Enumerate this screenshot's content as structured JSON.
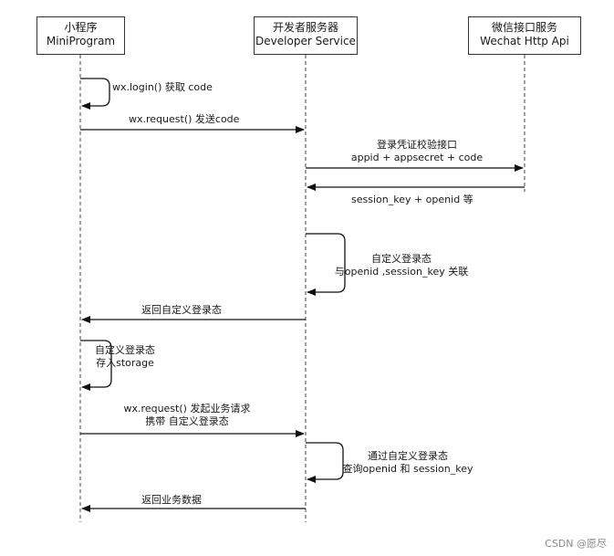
{
  "participants": [
    {
      "line1": "小程序",
      "line2": "MiniProgram"
    },
    {
      "line1": "开发者服务器",
      "line2": "Developer Service"
    },
    {
      "line1": "微信接口服务",
      "line2": "Wechat Http Api"
    }
  ],
  "messages": {
    "m1": "wx.login() 获取 code",
    "m2": "wx.request() 发送code",
    "m3a": "登录凭证校验接口",
    "m3b": "appid + appsecret + code",
    "m4": "session_key + openid 等",
    "m5a": "自定义登录态",
    "m5b": "与openid ,session_key 关联",
    "m6": "返回自定义登录态",
    "m7a": "自定义登录态",
    "m7b": "存入storage",
    "m8a": "wx.request() 发起业务请求",
    "m8b": "携带 自定义登录态",
    "m9a": "通过自定义登录态",
    "m9b": "查询openid 和 session_key",
    "m10": "返回业务数据"
  },
  "watermark": "CSDN @愿尽"
}
